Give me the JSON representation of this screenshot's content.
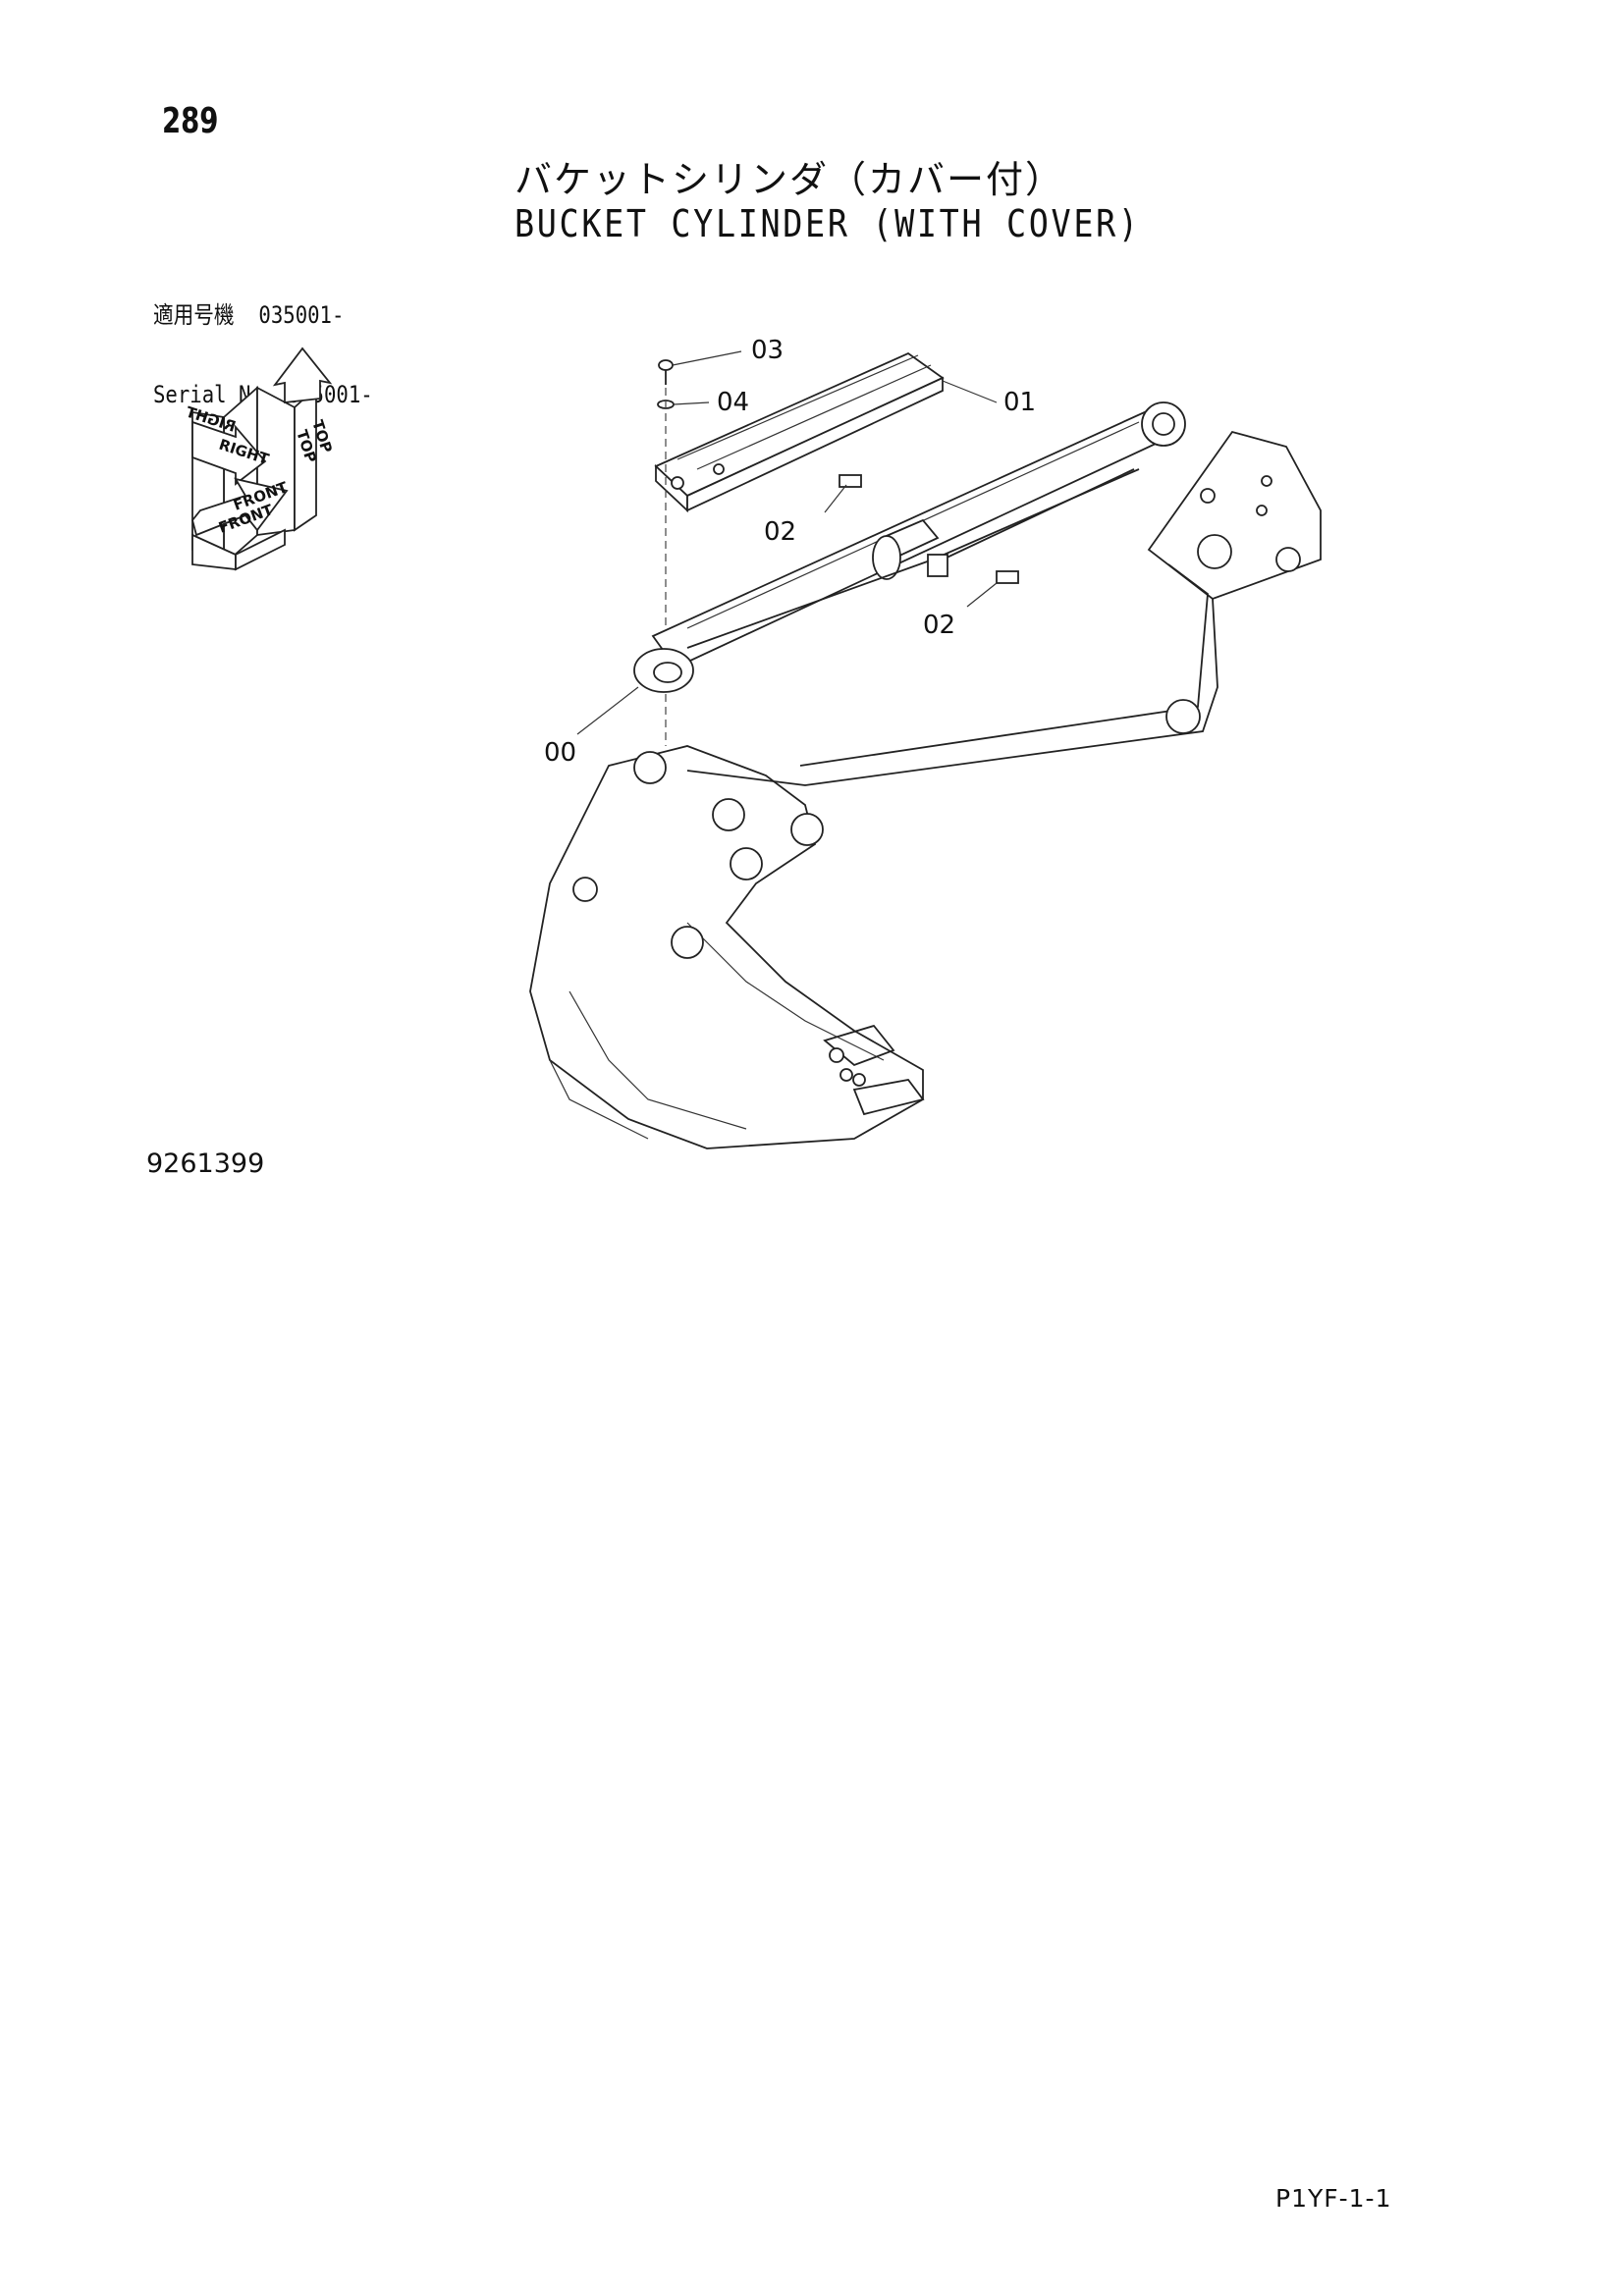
{
  "page": {
    "number": "289",
    "title_jp": "バケットシリンダ（カバー付）",
    "title_en": "BUCKET CYLINDER (WITH COVER)",
    "serial_label_jp": "適用号機",
    "serial_value_jp": "035001-",
    "serial_label_en": "Serial No.",
    "serial_value_en": "055001-",
    "drawing_number": "9261399",
    "page_code": "P1YF-1-1"
  },
  "orientation": {
    "top": "TOP",
    "right": "RIGHT",
    "front": "FRONT"
  },
  "callouts": [
    {
      "id": "00",
      "label": "00"
    },
    {
      "id": "01",
      "label": "01"
    },
    {
      "id": "02a",
      "label": "02"
    },
    {
      "id": "02b",
      "label": "02"
    },
    {
      "id": "03",
      "label": "03"
    },
    {
      "id": "04",
      "label": "04"
    }
  ],
  "icons": [
    "orientation-cube-icon"
  ]
}
